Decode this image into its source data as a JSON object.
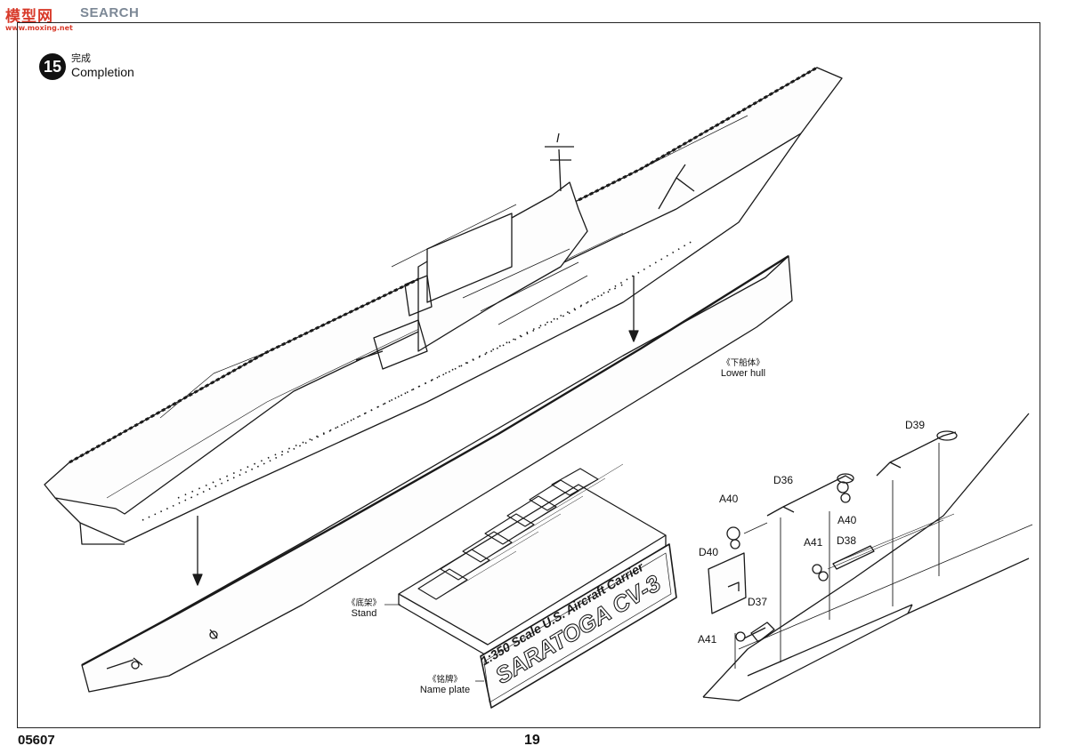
{
  "watermark": {
    "cn": "模型网",
    "en": "SEARCH",
    "url": "www.moxing.net"
  },
  "step": {
    "number": "15",
    "title_cn": "完成",
    "title_en": "Completion"
  },
  "labels": {
    "lower_hull": {
      "cn": "《下船体》",
      "en": "Lower hull"
    },
    "stand": {
      "cn": "《底架》",
      "en": "Stand"
    },
    "name_plate": {
      "cn": "《铭牌》",
      "en": "Name plate"
    }
  },
  "name_plate_text": {
    "line1": "1:350 Scale U.S. Aircraft Carrier",
    "line2": "SARATOGA CV-3"
  },
  "parts": {
    "d39": "D39",
    "d36": "D36",
    "a40_left": "A40",
    "a40_right": "A40",
    "a41_upper": "A41",
    "d38": "D38",
    "d40": "D40",
    "d37": "D37",
    "a41_lower": "A41"
  },
  "footer": {
    "code": "05607",
    "page": "19"
  }
}
